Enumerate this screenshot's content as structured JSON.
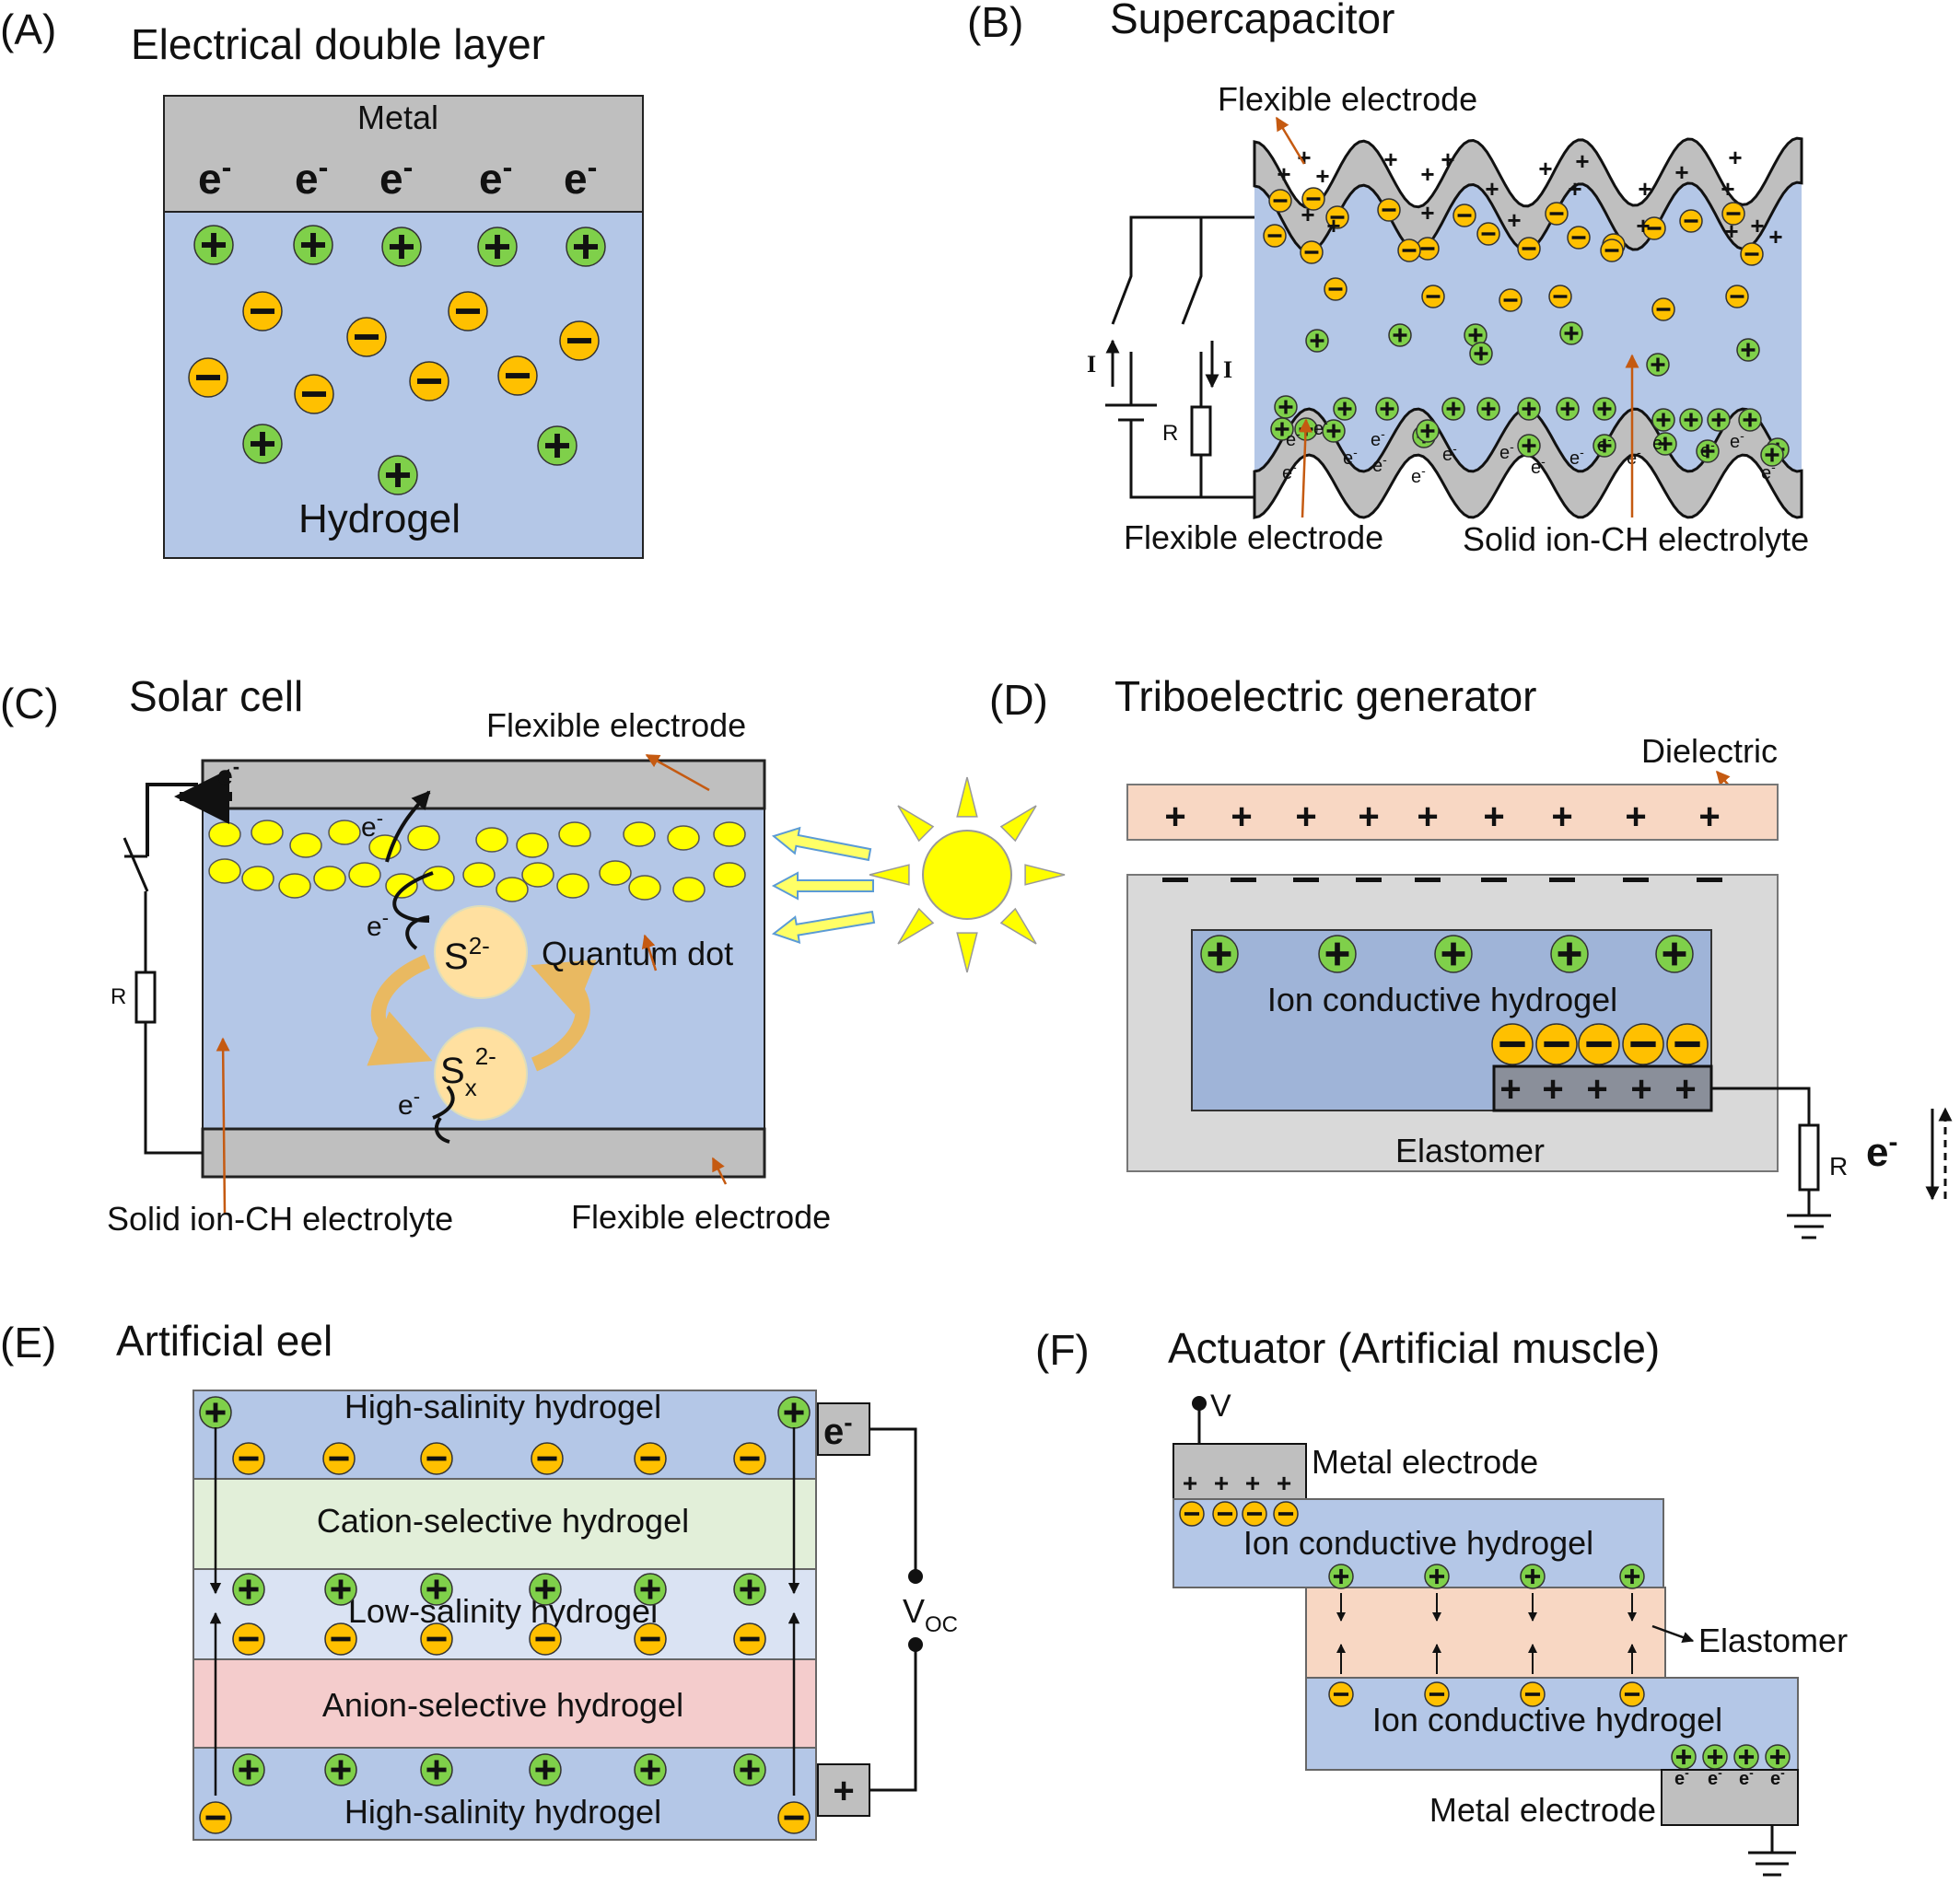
{
  "colors": {
    "hydrogel_blue": "#b4c7e7",
    "metal_gray": "#bfbfbf",
    "cation_green": "#7fd04a",
    "anion_orange": "#ffc000",
    "qd_yellow": "#ffff00",
    "sun_yellow": "#ffff00",
    "dielectric": "#f8d7c3",
    "elastomer_gray": "#d9d9d9",
    "arrow_brown": "#c55a11",
    "green_layer": "#e2efd9",
    "pink_layer": "#f4cccc",
    "light_blue_layer": "#dae3f3"
  },
  "panelA": {
    "tag": "(A)",
    "title": "Electrical double layer",
    "metal": "Metal",
    "hydrogel": "Hydrogel",
    "electron": "e",
    "minus_sup": "-"
  },
  "panelB": {
    "tag": "(B)",
    "title": "Supercapacitor",
    "flex_top": "Flexible electrode",
    "flex_bottom": "Flexible electrode",
    "electrolyte": "Solid ion-CH electrolyte",
    "current": "I",
    "resistor": "R"
  },
  "panelC": {
    "tag": "(C)",
    "title": "Solar cell",
    "flex_top": "Flexible electrode",
    "flex_bottom": "Flexible electrode",
    "electrolyte": "Solid ion-CH electrolyte",
    "qdot": "Quantum dot",
    "s2": "S",
    "s2_sup": "2-",
    "sx": "S",
    "sx_sub": "x",
    "sx_sup": "2-",
    "electron": "e",
    "resistor": "R"
  },
  "panelD": {
    "tag": "(D)",
    "title": "Triboelectric generator",
    "dielectric": "Dielectric",
    "hydrogel": "Ion conductive hydrogel",
    "elastomer": "Elastomer",
    "resistor": "R",
    "electron": "e"
  },
  "panelE": {
    "tag": "(E)",
    "title": "Artificial eel",
    "layer1": "High-salinity hydrogel",
    "layer2": "Cation-selective hydrogel",
    "layer3": "Low-salinity hydrogel",
    "layer4": "Anion-selective hydrogel",
    "layer5": "High-salinity hydrogel",
    "electron": "e",
    "plus": "+",
    "voc": "V",
    "voc_sub": "OC"
  },
  "panelF": {
    "tag": "(F)",
    "title": "Actuator (Artificial muscle)",
    "voltage": "V",
    "metal_top": "Metal electrode",
    "hydrogel_top": "Ion conductive hydrogel",
    "elastomer": "Elastomer",
    "hydrogel_bottom": "Ion conductive hydrogel",
    "metal_bottom": "Metal electrode",
    "electron": "e"
  }
}
